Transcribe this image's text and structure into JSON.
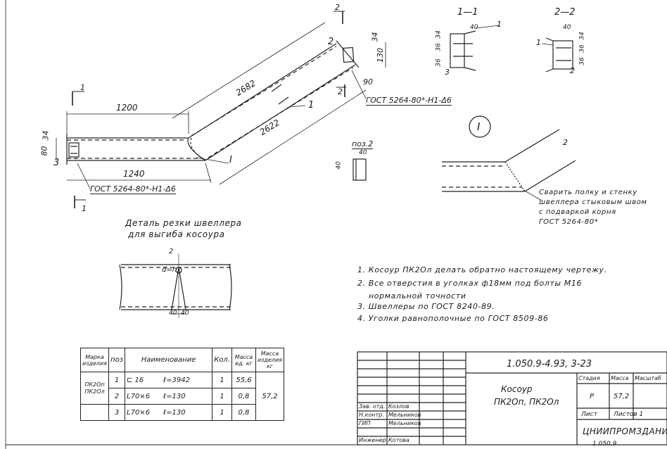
{
  "dims": {
    "d1200": "1200",
    "d2682": "2682",
    "d2622": "2622",
    "d1240": "1240",
    "d80": "80",
    "d34": "34",
    "d130": "130",
    "d90": "90",
    "d40": "40",
    "d36": "36"
  },
  "labels": {
    "gost_left": "ГОСТ 5264-80*-Н1-Δ6",
    "gost_right": "ГОСТ 5264-80*-Н1-Δ6",
    "mark_1": "1",
    "mark_2": "2",
    "mark_3": "3",
    "roman_1": "I",
    "section_1_1": "1—1",
    "section_2_2": "2—2",
    "poz2": "поз.2",
    "detail_title_line1": "Деталь резки швеллера",
    "detail_title_line2": "для выгиба косоура",
    "d_eq_p": "d=п",
    "weld_note_line1": "Сварить полку и стенку",
    "weld_note_line2": "швеллера стыковым швом",
    "weld_note_line3": "с подваркой корня",
    "weld_note_line4": "ГОСТ 5264-80*"
  },
  "notes": [
    "1. Косоур ПК2Ол делать обратно настоящему чертежу.",
    "2. Все отверстия в уголках ф18мм под болты М16",
    "нормальной точности",
    "3. Швеллеры по ГОСТ 8240-89.",
    "4. Уголки равнополочные по ГОСТ 8509-86"
  ],
  "spec_table": {
    "headers": [
      "Марка изделия",
      "поз",
      "Наименование",
      "Кол.",
      "Масса ед. кг",
      "Масса изделия кг"
    ],
    "mark": "ПК2Оп ПК2Ол",
    "rows": [
      {
        "poz": "1",
        "name": "⊏ 16",
        "len": "ℓ=3942",
        "qty": "1",
        "mass": "55,6"
      },
      {
        "poz": "2",
        "name": "L70×6",
        "len": "ℓ=130",
        "qty": "1",
        "mass": "0,8"
      },
      {
        "poz": "3",
        "name": "L70×6",
        "len": "ℓ=130",
        "qty": "1",
        "mass": "0,8"
      }
    ],
    "total_mass": "57,2"
  },
  "title_block": {
    "code": "1.050.9-4.93, 3-23",
    "name_line1": "Косоур",
    "name_line2": "ПК2Оп, ПК2Ол",
    "col_stage": "Стадия",
    "col_mass": "Масса",
    "col_scale": "Масштаб",
    "stage": "Р",
    "mass": "57,2",
    "sheet": "Лист",
    "sheets": "Листов 1",
    "org": "ЦНИИПРОМЗДАНИЙ",
    "staff": [
      {
        "role": "Зав. отд.",
        "name": "Козлов"
      },
      {
        "role": "Н.контр.",
        "name": "Мельников"
      },
      {
        "role": "ГИП",
        "name": "Мельников"
      },
      {
        "role": "Инженер",
        "name": "Котова"
      }
    ],
    "stamp": "1.050.9"
  }
}
